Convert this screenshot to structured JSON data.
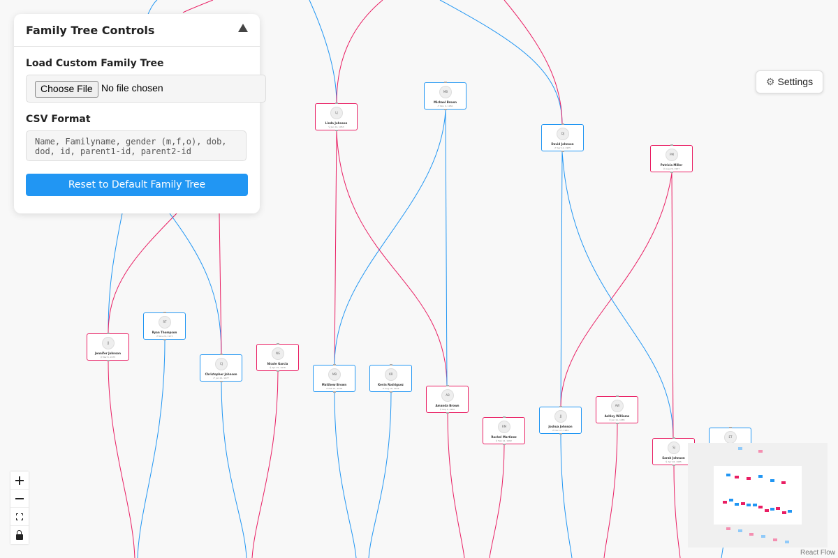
{
  "panel": {
    "title": "Family Tree Controls",
    "load_title": "Load Custom Family Tree",
    "file_button": "Choose File",
    "file_status": "No file chosen",
    "csv_title": "CSV Format",
    "csv_format": "Name, Familyname, gender (m,f,o), dob, dod, id, parent1-id, parent2-id",
    "reset_button": "Reset to Default Family Tree"
  },
  "settings": {
    "label": "Settings",
    "icon": "gear-icon"
  },
  "colors": {
    "male": "#2196f3",
    "female": "#e91e63",
    "accent": "#2196f3"
  },
  "nodes": [
    {
      "initials": "LJ",
      "name": "Linda Johnson",
      "dates": "♀ Jun 24, 1953",
      "gender": "f"
    },
    {
      "initials": "MB",
      "name": "Michael Brown",
      "dates": "♂ Nov 9, 1950",
      "gender": "m"
    },
    {
      "initials": "DJ",
      "name": "David Johnson",
      "dates": "♂ Apr 12, 1955",
      "gender": "m"
    },
    {
      "initials": "PM",
      "name": "Patricia Miller",
      "dates": "♀ Aug 29, 1957",
      "gender": "f"
    },
    {
      "initials": "JJ",
      "name": "Jennifer Johnson",
      "dates": "♀ Mar 8, 1975",
      "gender": "f"
    },
    {
      "initials": "RT",
      "name": "Ryan Thompson",
      "dates": "♂ Nov 24, 1973",
      "gender": "m"
    },
    {
      "initials": "CJ",
      "name": "Christopher Johnson",
      "dates": "♂ Jun 22, 1977",
      "gender": "m"
    },
    {
      "initials": "NG",
      "name": "Nicole Garcia",
      "dates": "♀ Apr 15, 1978",
      "gender": "f"
    },
    {
      "initials": "MB",
      "name": "Matthew Brown",
      "dates": "♂ Feb 21, 1978",
      "gender": "m"
    },
    {
      "initials": "KR",
      "name": "Kevin Rodriguez",
      "dates": "♂ Aug 16, 1979",
      "gender": "m"
    },
    {
      "initials": "AB",
      "name": "Amanda Brown",
      "dates": "♀ Sep 3, 1980",
      "gender": "f"
    },
    {
      "initials": "RM",
      "name": "Rachel Martinez",
      "dates": "♀ Feb 12, 1982",
      "gender": "f"
    },
    {
      "initials": "JJ",
      "name": "Joshua Johnson",
      "dates": "♂ Dec 17, 1982",
      "gender": "m"
    },
    {
      "initials": "AW",
      "name": "Ashley Williams",
      "dates": "♀ Jun 11, 1985",
      "gender": "f"
    },
    {
      "initials": "SJ",
      "name": "Sarah Johnson",
      "dates": "♀ Apr 16, 1985",
      "gender": "f"
    },
    {
      "initials": "ET",
      "name": "",
      "dates": "",
      "gender": "m"
    }
  ],
  "zoom_controls": {
    "zoom_in": "plus-icon",
    "zoom_out": "minus-icon",
    "fit_view": "fit-view-icon",
    "lock": "lock-icon"
  },
  "attribution": "React Flow"
}
